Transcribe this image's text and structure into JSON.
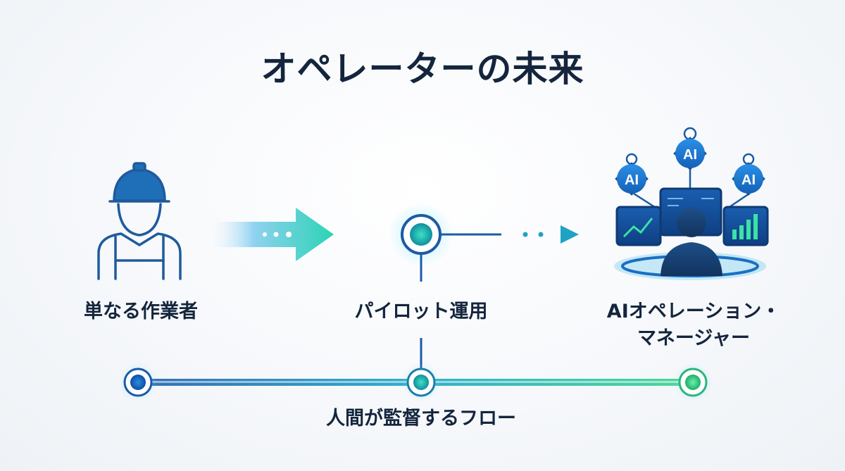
{
  "title": "オペレーターの未来",
  "stages": [
    {
      "label": "単なる作業者",
      "icon": "worker-helmet-icon"
    },
    {
      "label": "パイロット運用",
      "icon": "pilot-node-icon"
    },
    {
      "label_line1": "AIオペレーション・",
      "label_line2": "マネージャー",
      "icon": "ai-operator-icon"
    }
  ],
  "ai_badges": [
    "AI",
    "AI",
    "AI"
  ],
  "flow_label": "人間が監督するフロー",
  "colors": {
    "navy": "#14253d",
    "blue": "#1f6fb8",
    "teal": "#17b6b0",
    "green": "#35d08a"
  }
}
